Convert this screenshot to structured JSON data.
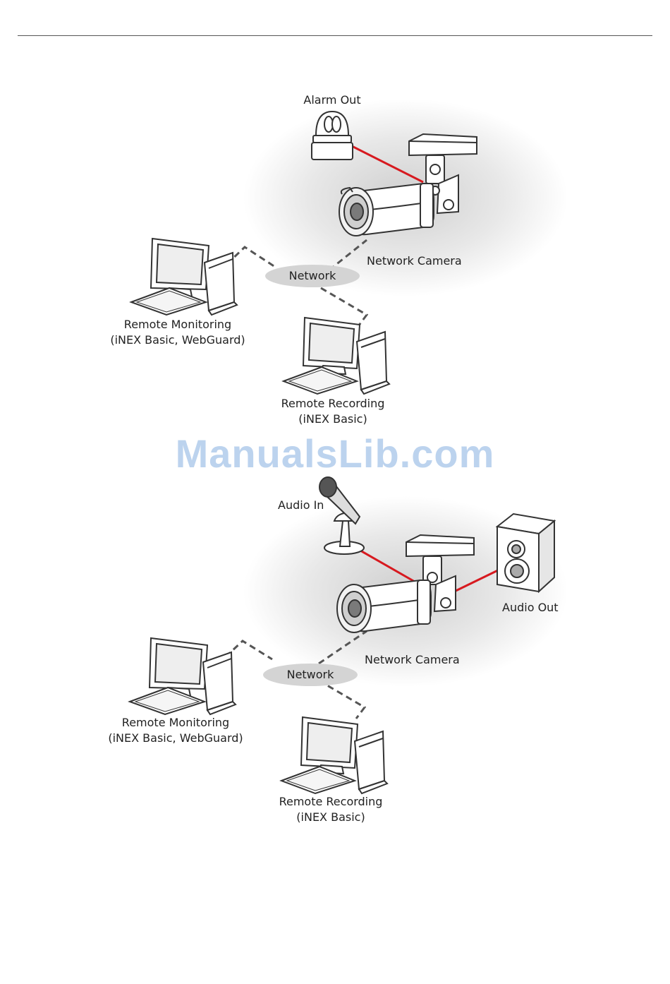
{
  "watermark": "ManualsLib.com",
  "diagram1": {
    "alarm_out": "Alarm Out",
    "network_camera": "Network Camera",
    "network": "Network",
    "remote_monitoring": "Remote Monitoring",
    "remote_monitoring_sub": "(iNEX Basic, WebGuard)",
    "remote_recording": "Remote Recording",
    "remote_recording_sub": "(iNEX Basic)"
  },
  "diagram2": {
    "audio_in": "Audio In",
    "audio_out": "Audio Out",
    "network_camera": "Network Camera",
    "network": "Network",
    "remote_monitoring": "Remote Monitoring",
    "remote_monitoring_sub": "(iNEX Basic, WebGuard)",
    "remote_recording": "Remote Recording",
    "remote_recording_sub": "(iNEX Basic)"
  },
  "colors": {
    "connection_red": "#d7191f",
    "dashed_gray": "#555555",
    "network_pill": "#d4d4d4",
    "watermark": "#bcd3ee"
  }
}
